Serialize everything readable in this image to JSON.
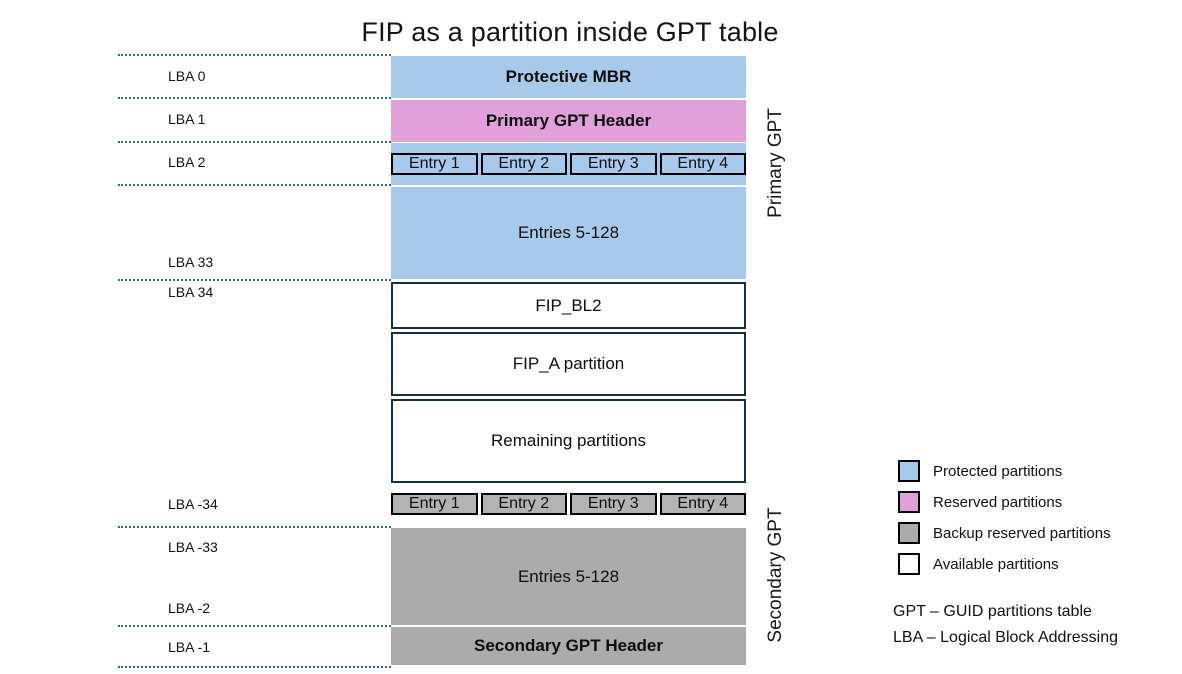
{
  "title": "FIP as a partition inside GPT table",
  "colors": {
    "protected": "#a7c9ec",
    "reserved": "#e0a0da",
    "backup": "#ababab",
    "backup_cell": "#b3b3b3",
    "available": "#ffffff",
    "divider": "#2d6a8a"
  },
  "blocks": {
    "protective_mbr": "Protective MBR",
    "primary_gpt_header": "Primary GPT Header",
    "primary_entries": [
      "Entry 1",
      "Entry 2",
      "Entry 3",
      "Entry 4"
    ],
    "primary_entries_rest": "Entries 5-128",
    "fip_bl2": "FIP_BL2",
    "fip_a": "FIP_A partition",
    "remaining": "Remaining partitions",
    "secondary_entries": [
      "Entry 1",
      "Entry 2",
      "Entry 3",
      "Entry 4"
    ],
    "secondary_entries_rest": "Entries 5-128",
    "secondary_gpt_header": "Secondary GPT Header"
  },
  "lba_labels": [
    "LBA 0",
    "LBA 1",
    "LBA 2",
    "LBA 33",
    "LBA 34",
    "LBA -34",
    "LBA -33",
    "LBA -2",
    "LBA -1"
  ],
  "side_labels": {
    "primary": "Primary GPT",
    "secondary": "Secondary GPT"
  },
  "legend": {
    "items": [
      {
        "label": "Protected partitions",
        "color": "#a7c9ec"
      },
      {
        "label": "Reserved partitions",
        "color": "#e0a0da"
      },
      {
        "label": "Backup reserved partitions",
        "color": "#ababab"
      },
      {
        "label": "Available partitions",
        "color": "#ffffff"
      }
    ]
  },
  "footnotes": [
    "GPT – GUID partitions table",
    "LBA – Logical Block Addressing"
  ]
}
